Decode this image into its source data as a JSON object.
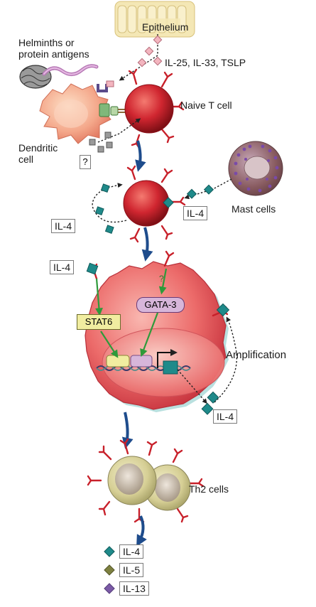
{
  "labels": {
    "epithelium": "Epithelium",
    "antigens_line1": "Helminths or",
    "antigens_line2": "protein antigens",
    "cytokines": "IL-25, IL-33, TSLP",
    "naive_t_cell": "Naive T cell",
    "dendritic_line1": "Dendritic",
    "dendritic_line2": "cell",
    "question": "?",
    "mast_cells": "Mast cells",
    "il4": "IL-4",
    "stat6": "STAT6",
    "gata3": "GATA-3",
    "gata3_question": "?",
    "amplification": "Amplification",
    "th2_cells": "Th2 cells"
  },
  "outputs": [
    {
      "label": "IL-4",
      "color": "#1f8a8a"
    },
    {
      "label": "IL-5",
      "color": "#7d8040"
    },
    {
      "label": "IL-13",
      "color": "#7b5aa6"
    }
  ],
  "colors": {
    "t_cell": "#c8202a",
    "il4_token": "#1f8a8a",
    "arrow_blue": "#1e4c8c",
    "signal_green": "#2e9a3a",
    "stat6_fill": "#f1eda0",
    "gata3_fill": "#d7b6da",
    "epithelium": "#f4e7b5"
  }
}
